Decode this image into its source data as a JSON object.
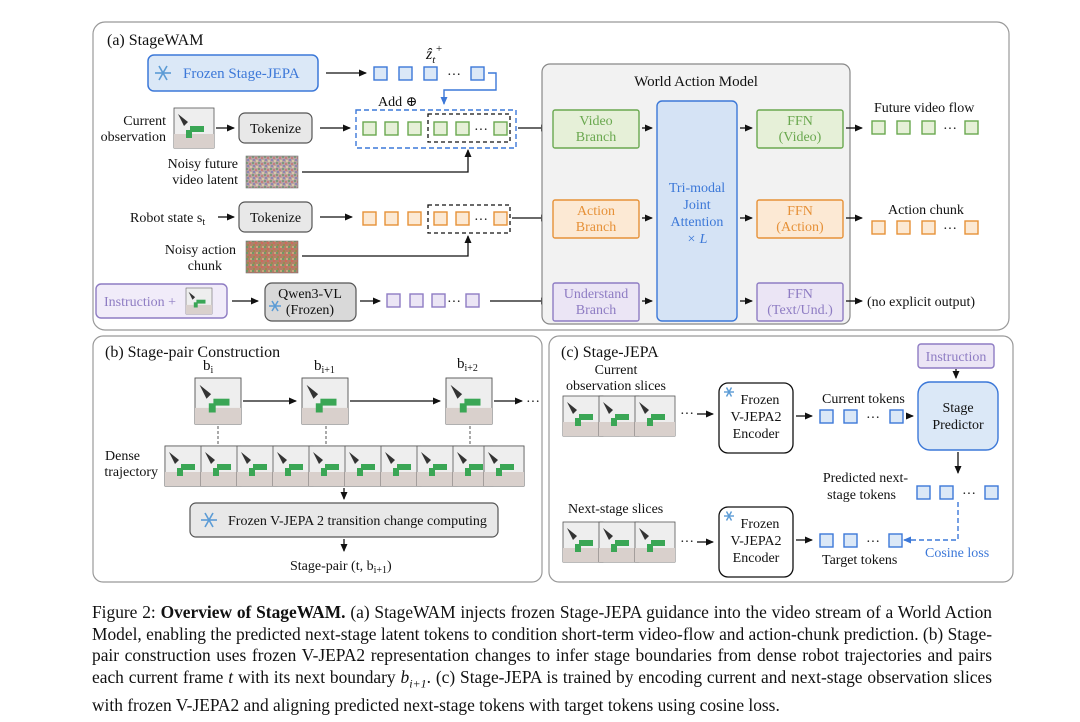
{
  "panel_a": {
    "title": "(a) StageWAM",
    "frozen_stage_jepa": "Frozen Stage-JEPA",
    "z_hat": "ẑ",
    "z_sub": "t",
    "z_sup": "+",
    "add": "Add ⊕",
    "current_observation": [
      "Current",
      "observation"
    ],
    "tokenize_1": "Tokenize",
    "noisy_future_video": [
      "Noisy future",
      "video latent"
    ],
    "robot_state": "Robot state s",
    "robot_state_sub": "t",
    "tokenize_2": "Tokenize",
    "noisy_action": [
      "Noisy action",
      "chunk"
    ],
    "instruction_plus": "Instruction +",
    "qwen": [
      "Qwen3-VL",
      "(Frozen)"
    ],
    "wam_title": "World Action Model",
    "video_branch": [
      "Video",
      "Branch"
    ],
    "action_branch": [
      "Action",
      "Branch"
    ],
    "understand_branch": [
      "Understand",
      "Branch"
    ],
    "tri_modal": [
      "Tri-modal",
      "Joint",
      "Attention",
      "× L"
    ],
    "ffn_video": [
      "FFN",
      "(Video)"
    ],
    "ffn_action": [
      "FFN",
      "(Action)"
    ],
    "ffn_text": [
      "FFN",
      "(Text/Und.)"
    ],
    "future_video_flow": "Future video flow",
    "action_chunk": "Action chunk",
    "no_explicit_output": "(no explicit output)",
    "ellipsis": "···"
  },
  "panel_b": {
    "title": "(b) Stage-pair Construction",
    "b_i": "b",
    "b_i_sub": "i",
    "b_i1_sub": "i+1",
    "b_i2_sub": "i+2",
    "dense_trajectory": [
      "Dense",
      "trajectory"
    ],
    "vjepa_transition": "Frozen V-JEPA 2 transition change computing",
    "stage_pair": "Stage-pair (t, b",
    "stage_pair_sub": "i+1",
    "stage_pair_close": ")",
    "ellipsis": "···"
  },
  "panel_c": {
    "title": "(c) Stage-JEPA",
    "current_obs_slices": [
      "Current",
      "observation slices"
    ],
    "next_stage_slices": "Next-stage slices",
    "encoder_1": [
      "Frozen",
      "V-JEPA2",
      "Encoder"
    ],
    "encoder_2": [
      "Frozen",
      "V-JEPA2",
      "Encoder"
    ],
    "current_tokens": "Current tokens",
    "instruction": "Instruction",
    "stage_predictor": [
      "Stage",
      "Predictor"
    ],
    "predicted_next": [
      "Predicted next-",
      "stage tokens"
    ],
    "target_tokens": "Target tokens",
    "cosine_loss": "Cosine loss",
    "ellipsis": "···"
  },
  "caption": {
    "lead": "Figure 2: ",
    "bold": "Overview of StageWAM.",
    "part1": " (a) StageWAM injects frozen Stage-JEPA guidance into the video stream of a World Action Model, enabling the predicted next-stage latent tokens to condition short-term video-flow and action-chunk prediction. (b) Stage-pair construction uses frozen V-JEPA2 representation changes to infer stage boundaries from dense robot trajectories and pairs each current frame ",
    "var_t": "t",
    "part2": " with its next boundary ",
    "var_b": "b",
    "var_b_sub": "i+1",
    "part3": ". (c) Stage-JEPA is trained by encoding current and next-stage observation slices with frozen V-JEPA2 and aligning predicted next-stage tokens with target tokens using cosine loss."
  },
  "colors": {
    "green": "#6aa84f",
    "orange": "#e69138",
    "purple": "#8e7cc3",
    "blue": "#3c78d8",
    "gray_fill": "#e8e8e8",
    "tri_modal_fill": "#d5e3f5",
    "frozen_fill": "#dbe8f7"
  }
}
